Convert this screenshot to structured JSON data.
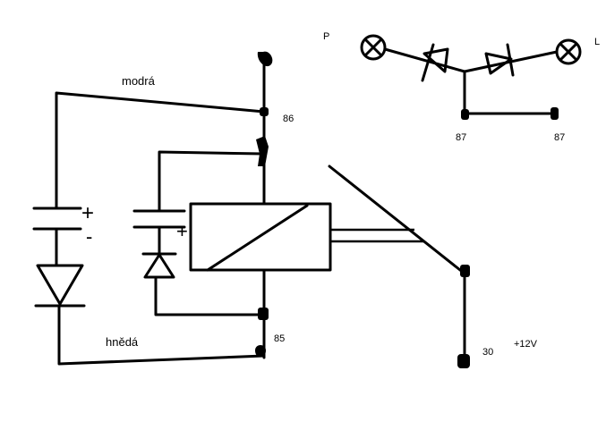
{
  "labels": {
    "modra": "modrá",
    "hneda": "hnědá",
    "p": "P",
    "l": "L",
    "pin86": "86",
    "pin85": "85",
    "pin87_a": "87",
    "pin87_b": "87",
    "pin30": "30",
    "supply": "+12V",
    "cap_left_plus": "+",
    "cap_left_minus": "-",
    "cap_right_plus": "+",
    "cap_right_minus": "-"
  },
  "colors": {
    "ink": "#000000",
    "background": "#ffffff"
  }
}
